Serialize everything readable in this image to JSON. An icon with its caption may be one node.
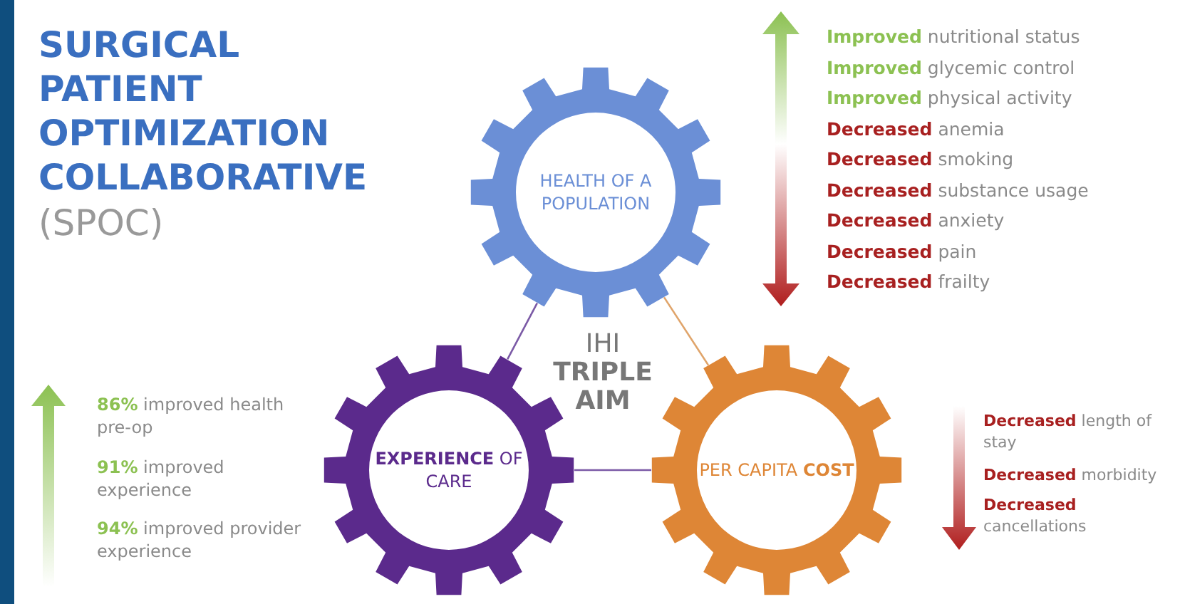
{
  "diagram": {
    "title": "SURGICAL PATIENT OPTIMIZATION COLLABORATIVE",
    "nodes": [
      {
        "text": [
          "HEALTH OF A POPULATION"
        ]
      },
      {
        "text": [
          "**EXPERIENCE** OF CARE"
        ]
      },
      {
        "text": [
          "PER CAPITA **COST**"
        ]
      }
    ],
    "edges": [
      {
        "from": 0,
        "to": 1,
        "arrow": "none"
      },
      {
        "from": 0,
        "to": 2,
        "arrow": "none",
        "color": "#e0a46a"
      },
      {
        "from": 1,
        "to": 2,
        "arrow": "none"
      }
    ],
    "labels": [
      "(SPOC)",
      "**Improved** nutritional status",
      "**Improved** glycemic control",
      "**Improved** physical activity",
      "**Decreased** anemia",
      "**Decreased** smoking",
      "**Decreased** substance usage",
      "**Decreased** anxiety",
      "**Decreased** pain",
      "**Decreased** frailty",
      "IHI **TRIPLE AIM**",
      "**86%** improved health pre-op",
      "**91%** improved experience",
      "**94%** improved provider experience",
      "**Decreased** length of stay",
      "**Decreased** morbidity",
      "**Decreased** cancellations"
    ]
  }
}
